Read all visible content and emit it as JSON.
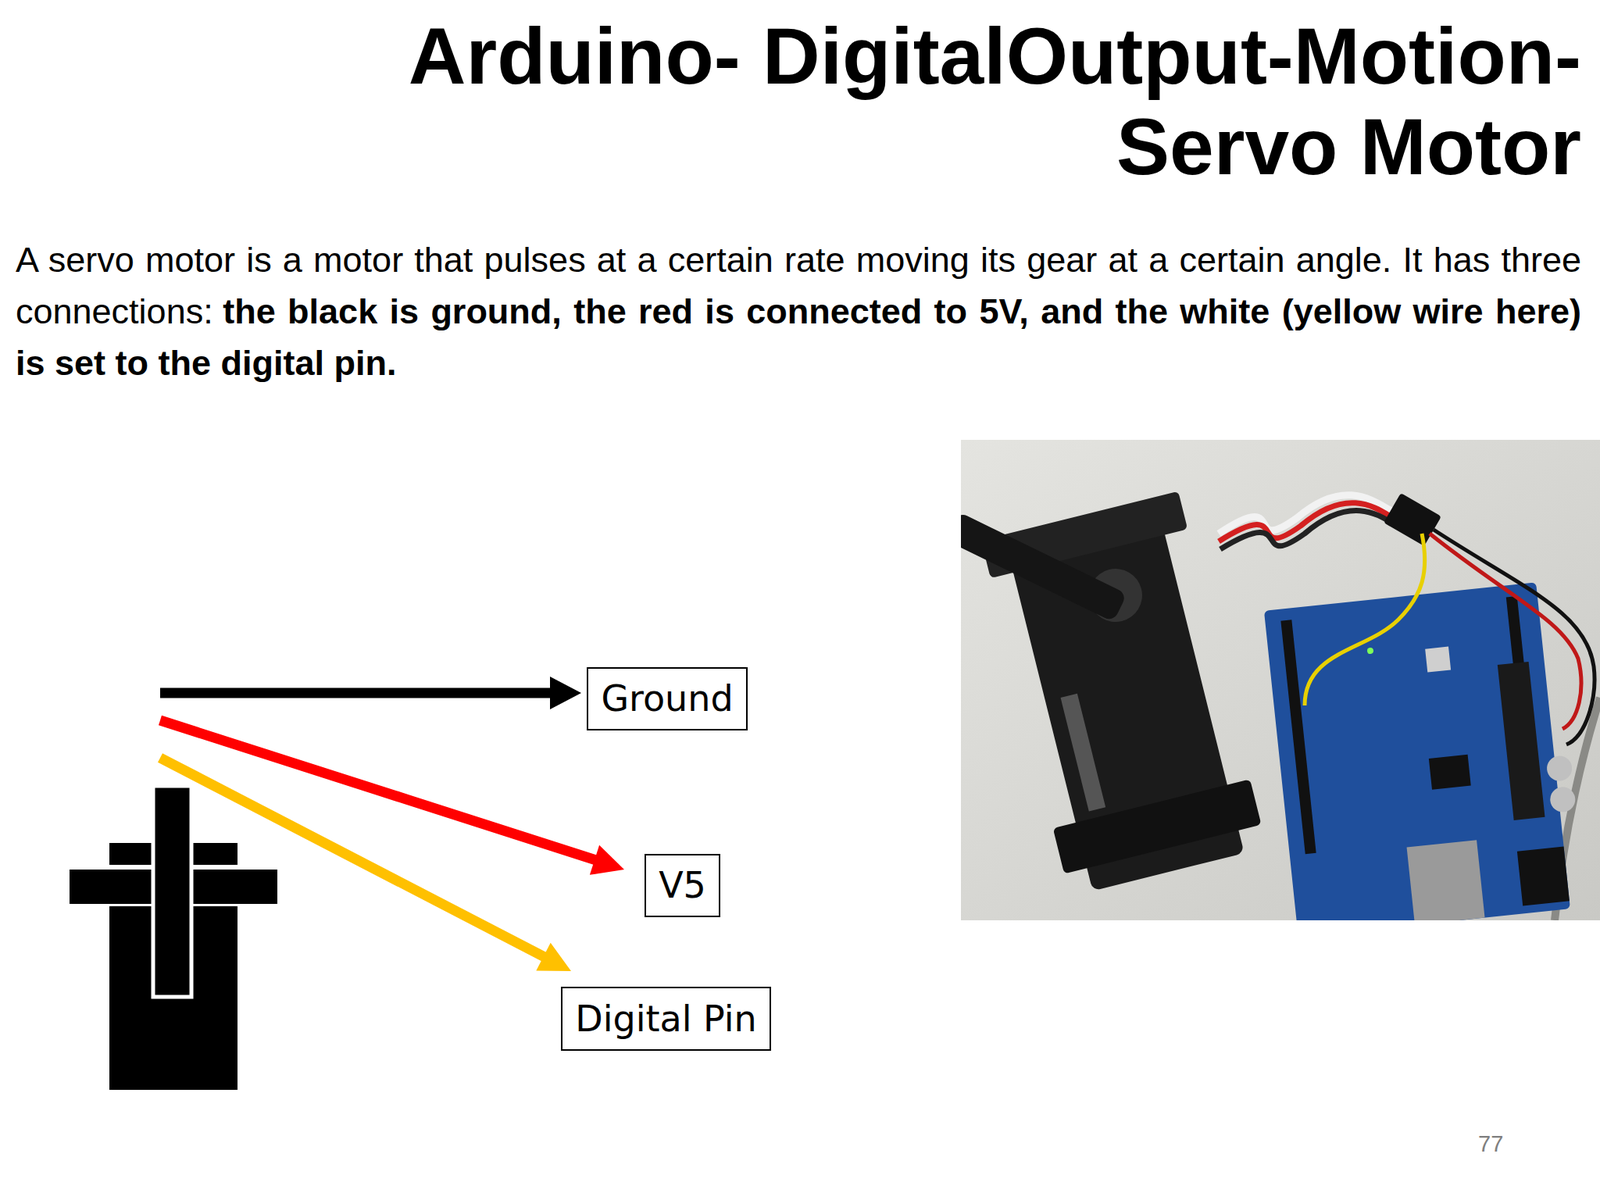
{
  "diagram": {
    "title": "Arduino- DigitalOutput-Motion-Servo Motor",
    "nodes": [
      {
        "text": [
          "Ground"
        ]
      },
      {
        "text": [
          "V5"
        ]
      },
      {
        "text": [
          "Digital Pin"
        ]
      }
    ],
    "labels": [
      "A servo motor is a motor that pulses at a certain rate moving its gear at a certain angle. It has three connections:",
      "the black is ground, the red is connected to 5V, and the white (yellow wire here) is set to the digital pin.",
      "77"
    ]
  }
}
